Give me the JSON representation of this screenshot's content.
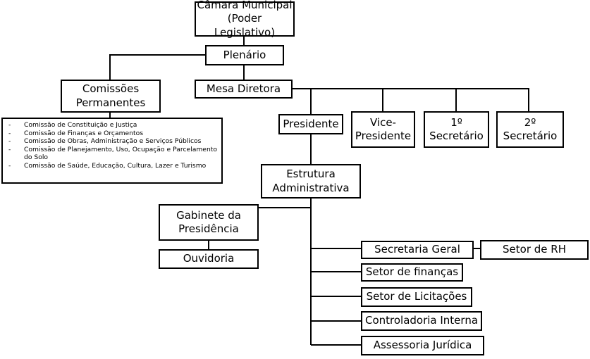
{
  "nodes": {
    "camara": "Câmara Municipal\n(Poder Legislativo)",
    "plenario": "Plenário",
    "comissoes": "Comissões\nPermanentes",
    "mesa": "Mesa Diretora",
    "presidente": "Presidente",
    "vice": "Vice-\nPresidente",
    "sec1": "1º\nSecretário",
    "sec2": "2º\nSecretário",
    "estrutura": "Estrutura\nAdministrativa",
    "gabinete": "Gabinete da\nPresidência",
    "ouvidoria": "Ouvidoria",
    "secretaria": "Secretaria Geral",
    "rh": "Setor de RH",
    "financas": "Setor de finanças",
    "licitacoes": "Setor de Licitações",
    "controladoria": "Controladoria Interna",
    "assessoria": "Assessoria Jurídica"
  },
  "committees": [
    "Comissão de Constituição e Justiça",
    "Comissão de Finanças e Orçamentos",
    "Comissão de Obras, Administração e Serviços Públicos",
    "Comissão de Planejamento, Uso, Ocupação e Parcelamento do Solo",
    "Comissão de Saúde, Educação, Cultura, Lazer e Turismo"
  ]
}
